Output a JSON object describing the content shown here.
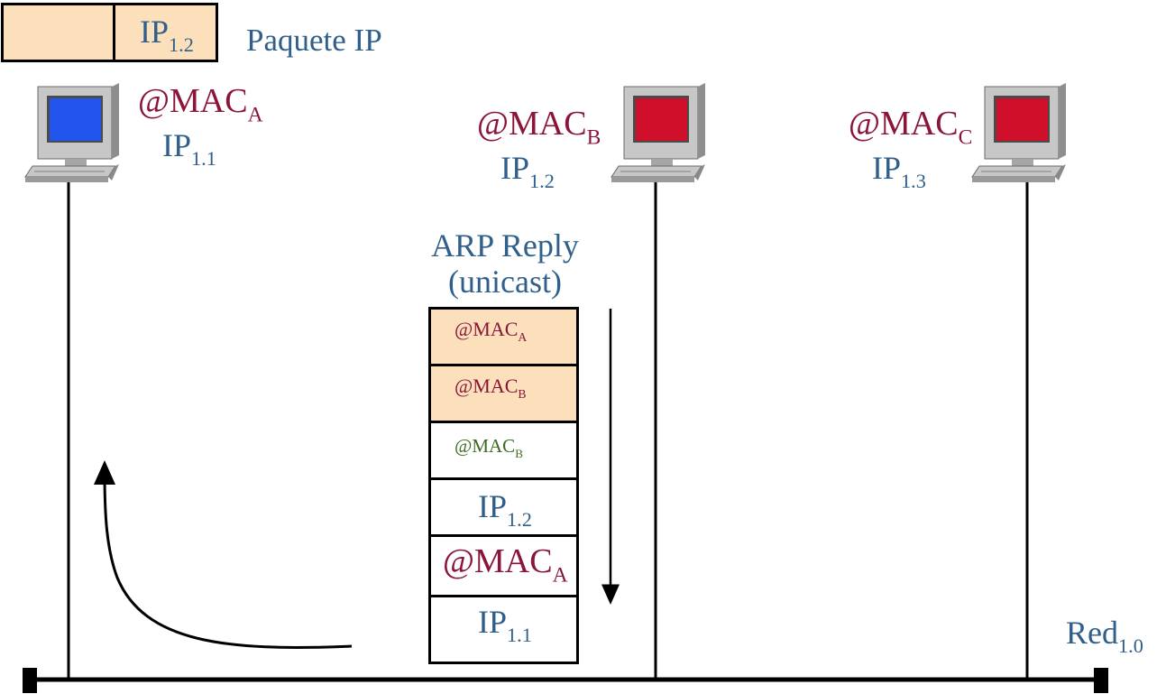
{
  "packet": {
    "ip_label": "IP",
    "ip_sub": "1.2",
    "caption": "Paquete IP"
  },
  "hosts": {
    "a": {
      "mac": "@MAC",
      "mac_sub": "A",
      "ip": "IP",
      "ip_sub": "1.1",
      "screen_color": "#2255ee"
    },
    "b": {
      "mac": "@MAC",
      "mac_sub": "B",
      "ip": "IP",
      "ip_sub": "1.2",
      "screen_color": "#d0102a"
    },
    "c": {
      "mac": "@MAC",
      "mac_sub": "C",
      "ip": "IP",
      "ip_sub": "1.3",
      "screen_color": "#d0102a"
    }
  },
  "reply": {
    "title_line1": "ARP Reply",
    "title_line2": "(unicast)",
    "rows": [
      {
        "text": "@MAC",
        "sub": "A"
      },
      {
        "text": "@MAC",
        "sub": "B"
      },
      {
        "text": "@MAC",
        "sub": "B"
      },
      {
        "text": "IP",
        "sub": "1.2"
      },
      {
        "text": "@MAC",
        "sub": "A"
      },
      {
        "text": "IP",
        "sub": "1.1"
      }
    ]
  },
  "network": {
    "label": "Red",
    "sub": "1.0"
  },
  "colors": {
    "text_blue": "#2f5f8a",
    "text_maroon": "#8b1538",
    "text_green": "#3a6b1f",
    "frame_fill": "#fce0bb"
  }
}
